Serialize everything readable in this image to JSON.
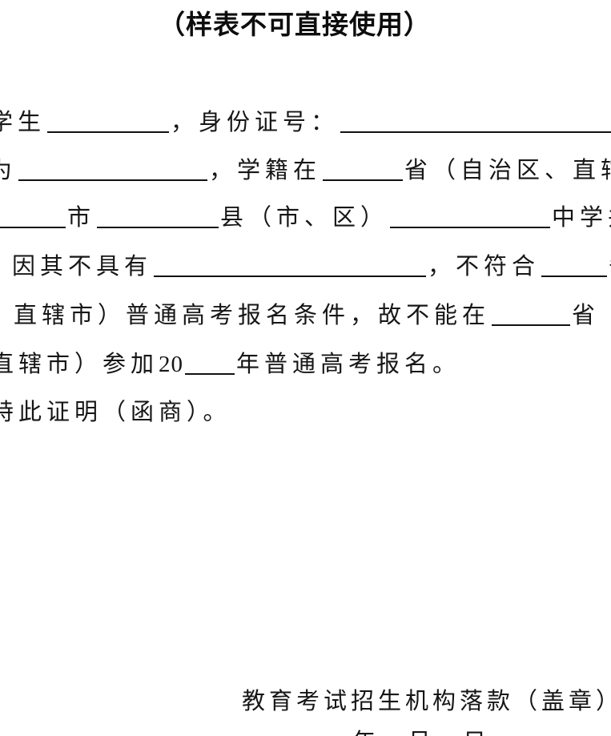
{
  "document": {
    "title": "（样表不可直接使用）",
    "lines": {
      "line1": {
        "seg1": "学生",
        "seg2": "，身份证号：",
        "seg3": ""
      },
      "line2": {
        "seg1": "为",
        "seg2": "，学籍在",
        "seg3": "省（自治区、直辖"
      },
      "line3": {
        "seg1": "市",
        "seg2": "县（市、区）",
        "seg3": "中学并"
      },
      "line4": {
        "seg1": "因其不具有",
        "seg2": "，不符合",
        "seg3": "省"
      },
      "line5": {
        "seg1": "直辖市）普通高考报名条件，故不能在",
        "seg2": "省"
      },
      "line6": {
        "seg1": "直辖市）参加",
        "year_prefix": "20",
        "seg2": "年普通高考报名。"
      },
      "line7": {
        "seg1": "特此证明（函商）。"
      }
    },
    "signature": "教育考试招生机构落款（盖章）",
    "date_line": "年月日"
  }
}
